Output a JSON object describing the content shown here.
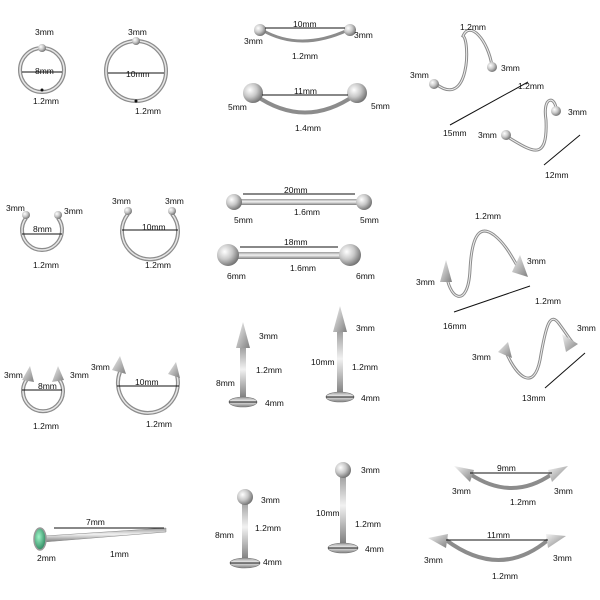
{
  "labels": {
    "r1c1": {
      "ball": "3mm",
      "dia": "8mm",
      "gauge": "1.2mm"
    },
    "r1c2": {
      "ball": "3mm",
      "dia": "10mm",
      "gauge": "1.2mm"
    },
    "r1c3a": {
      "left": "3mm",
      "len": "10mm",
      "right": "3mm",
      "gauge": "1.2mm"
    },
    "r1c3b": {
      "left": "5mm",
      "len": "11mm",
      "right": "5mm",
      "gauge": "1.4mm"
    },
    "r1c4a": {
      "top": "1.2mm",
      "left": "3mm",
      "right": "3mm",
      "len": "15mm"
    },
    "r1c4b": {
      "top": "1.2mm",
      "left": "3mm",
      "right": "3mm",
      "len": "12mm"
    },
    "r2c1": {
      "left": "3mm",
      "right": "3mm",
      "dia": "8mm",
      "gauge": "1.2mm"
    },
    "r2c2": {
      "left": "3mm",
      "right": "3mm",
      "dia": "10mm",
      "gauge": "1.2mm"
    },
    "r2c3a": {
      "len": "20mm",
      "left": "5mm",
      "gauge": "1.6mm",
      "right": "5mm"
    },
    "r2c3b": {
      "len": "18mm",
      "left": "6mm",
      "gauge": "1.6mm",
      "right": "6mm"
    },
    "r2c4a": {
      "top": "1.2mm",
      "left": "3mm",
      "right": "3mm",
      "len": "16mm"
    },
    "r2c4b": {
      "top": "1.2mm",
      "left": "3mm",
      "right": "3mm",
      "len": "13mm"
    },
    "r3c1": {
      "left": "3mm",
      "right": "3mm",
      "dia": "8mm",
      "gauge": "1.2mm"
    },
    "r3c2": {
      "left": "3mm",
      "dia": "10mm",
      "gauge": "1.2mm"
    },
    "r3c3a": {
      "top": "3mm",
      "len": "8mm",
      "gauge": "1.2mm",
      "disc": "4mm"
    },
    "r3c3b": {
      "top": "3mm",
      "len": "10mm",
      "gauge": "1.2mm",
      "disc": "4mm"
    },
    "r4c1": {
      "len": "7mm",
      "gem": "2mm",
      "gauge": "1mm"
    },
    "r4c2": {
      "top": "3mm",
      "len": "8mm",
      "gauge": "1.2mm",
      "disc": "4mm"
    },
    "r4c3": {
      "top": "3mm",
      "len": "10mm",
      "gauge": "1.2mm",
      "disc": "4mm"
    },
    "r4c4a": {
      "left": "3mm",
      "len": "9mm",
      "right": "3mm",
      "gauge": "1.2mm"
    },
    "r4c4b": {
      "left": "3mm",
      "len": "11mm",
      "right": "3mm",
      "gauge": "1.2mm"
    }
  }
}
